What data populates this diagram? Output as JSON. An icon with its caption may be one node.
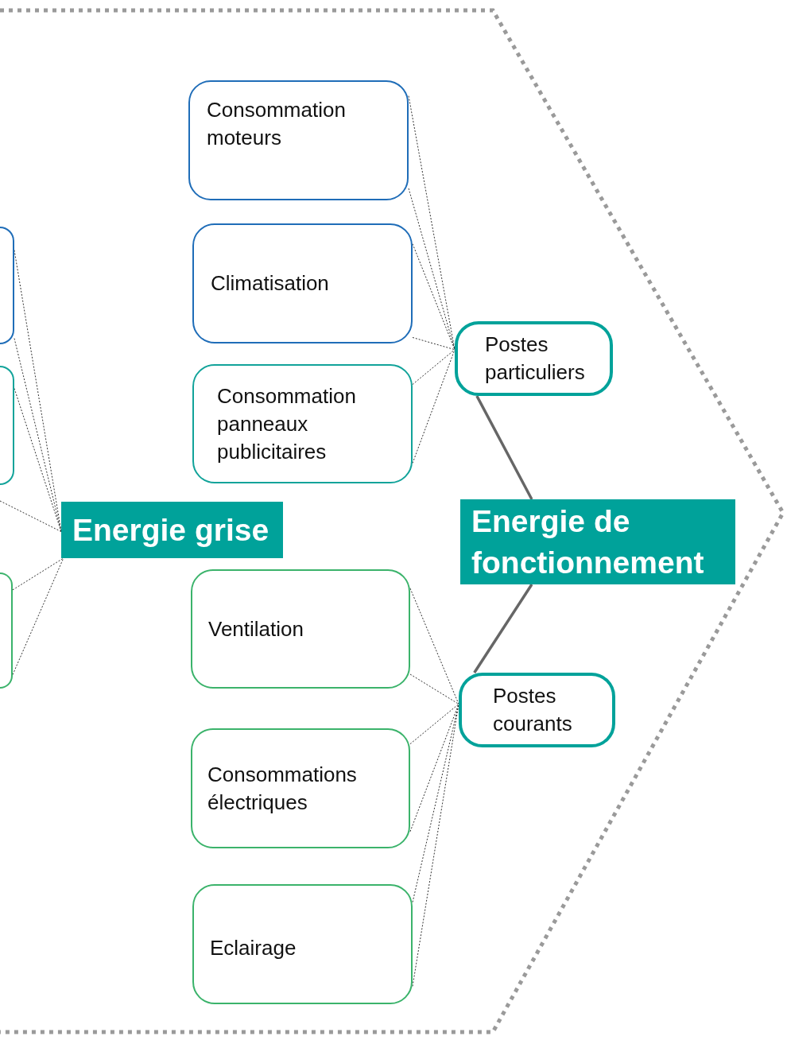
{
  "diagram": {
    "nodes": [
      {
        "text": [
          "Consommation moteurs"
        ]
      },
      {
        "text": [
          "Climatisation"
        ]
      },
      {
        "text": [
          "Consommation panneaux publicitaires"
        ]
      },
      {
        "text": [
          "Postes particuliers"
        ]
      },
      {
        "text": [
          "Energie de fonctionnement"
        ]
      },
      {
        "text": [
          "Energie grise"
        ]
      },
      {
        "text": [
          "Ventilation"
        ]
      },
      {
        "text": [
          "Consommations électriques"
        ]
      },
      {
        "text": [
          "Eclairage"
        ]
      },
      {
        "text": [
          "Postes courants"
        ]
      },
      {
        "text": [],
        "shape": "box"
      },
      {
        "text": [],
        "shape": "box"
      },
      {
        "text": [],
        "shape": "box"
      }
    ],
    "edges": [
      {
        "from": 0,
        "to": 3,
        "arrow": "none",
        "style": "dashed"
      },
      {
        "from": 1,
        "to": 3,
        "arrow": "none",
        "style": "dashed"
      },
      {
        "from": 2,
        "to": 3,
        "arrow": "none",
        "style": "dashed"
      },
      {
        "from": 3,
        "to": 4,
        "arrow": "none",
        "style": "thick"
      },
      {
        "from": 4,
        "to": 9,
        "arrow": "none",
        "style": "thick"
      },
      {
        "from": 6,
        "to": 9,
        "arrow": "none",
        "style": "dashed"
      },
      {
        "from": 7,
        "to": 9,
        "arrow": "none",
        "style": "dashed"
      },
      {
        "from": 8,
        "to": 9,
        "arrow": "none",
        "style": "dashed"
      },
      {
        "from": 10,
        "to": 5,
        "arrow": "none",
        "style": "dashed"
      },
      {
        "from": 11,
        "to": 5,
        "arrow": "none",
        "style": "dashed"
      },
      {
        "from": null,
        "to": 5,
        "arrow": "none",
        "style": "dashed"
      },
      {
        "from": 12,
        "to": 5,
        "arrow": "none",
        "style": "dashed"
      }
    ]
  }
}
